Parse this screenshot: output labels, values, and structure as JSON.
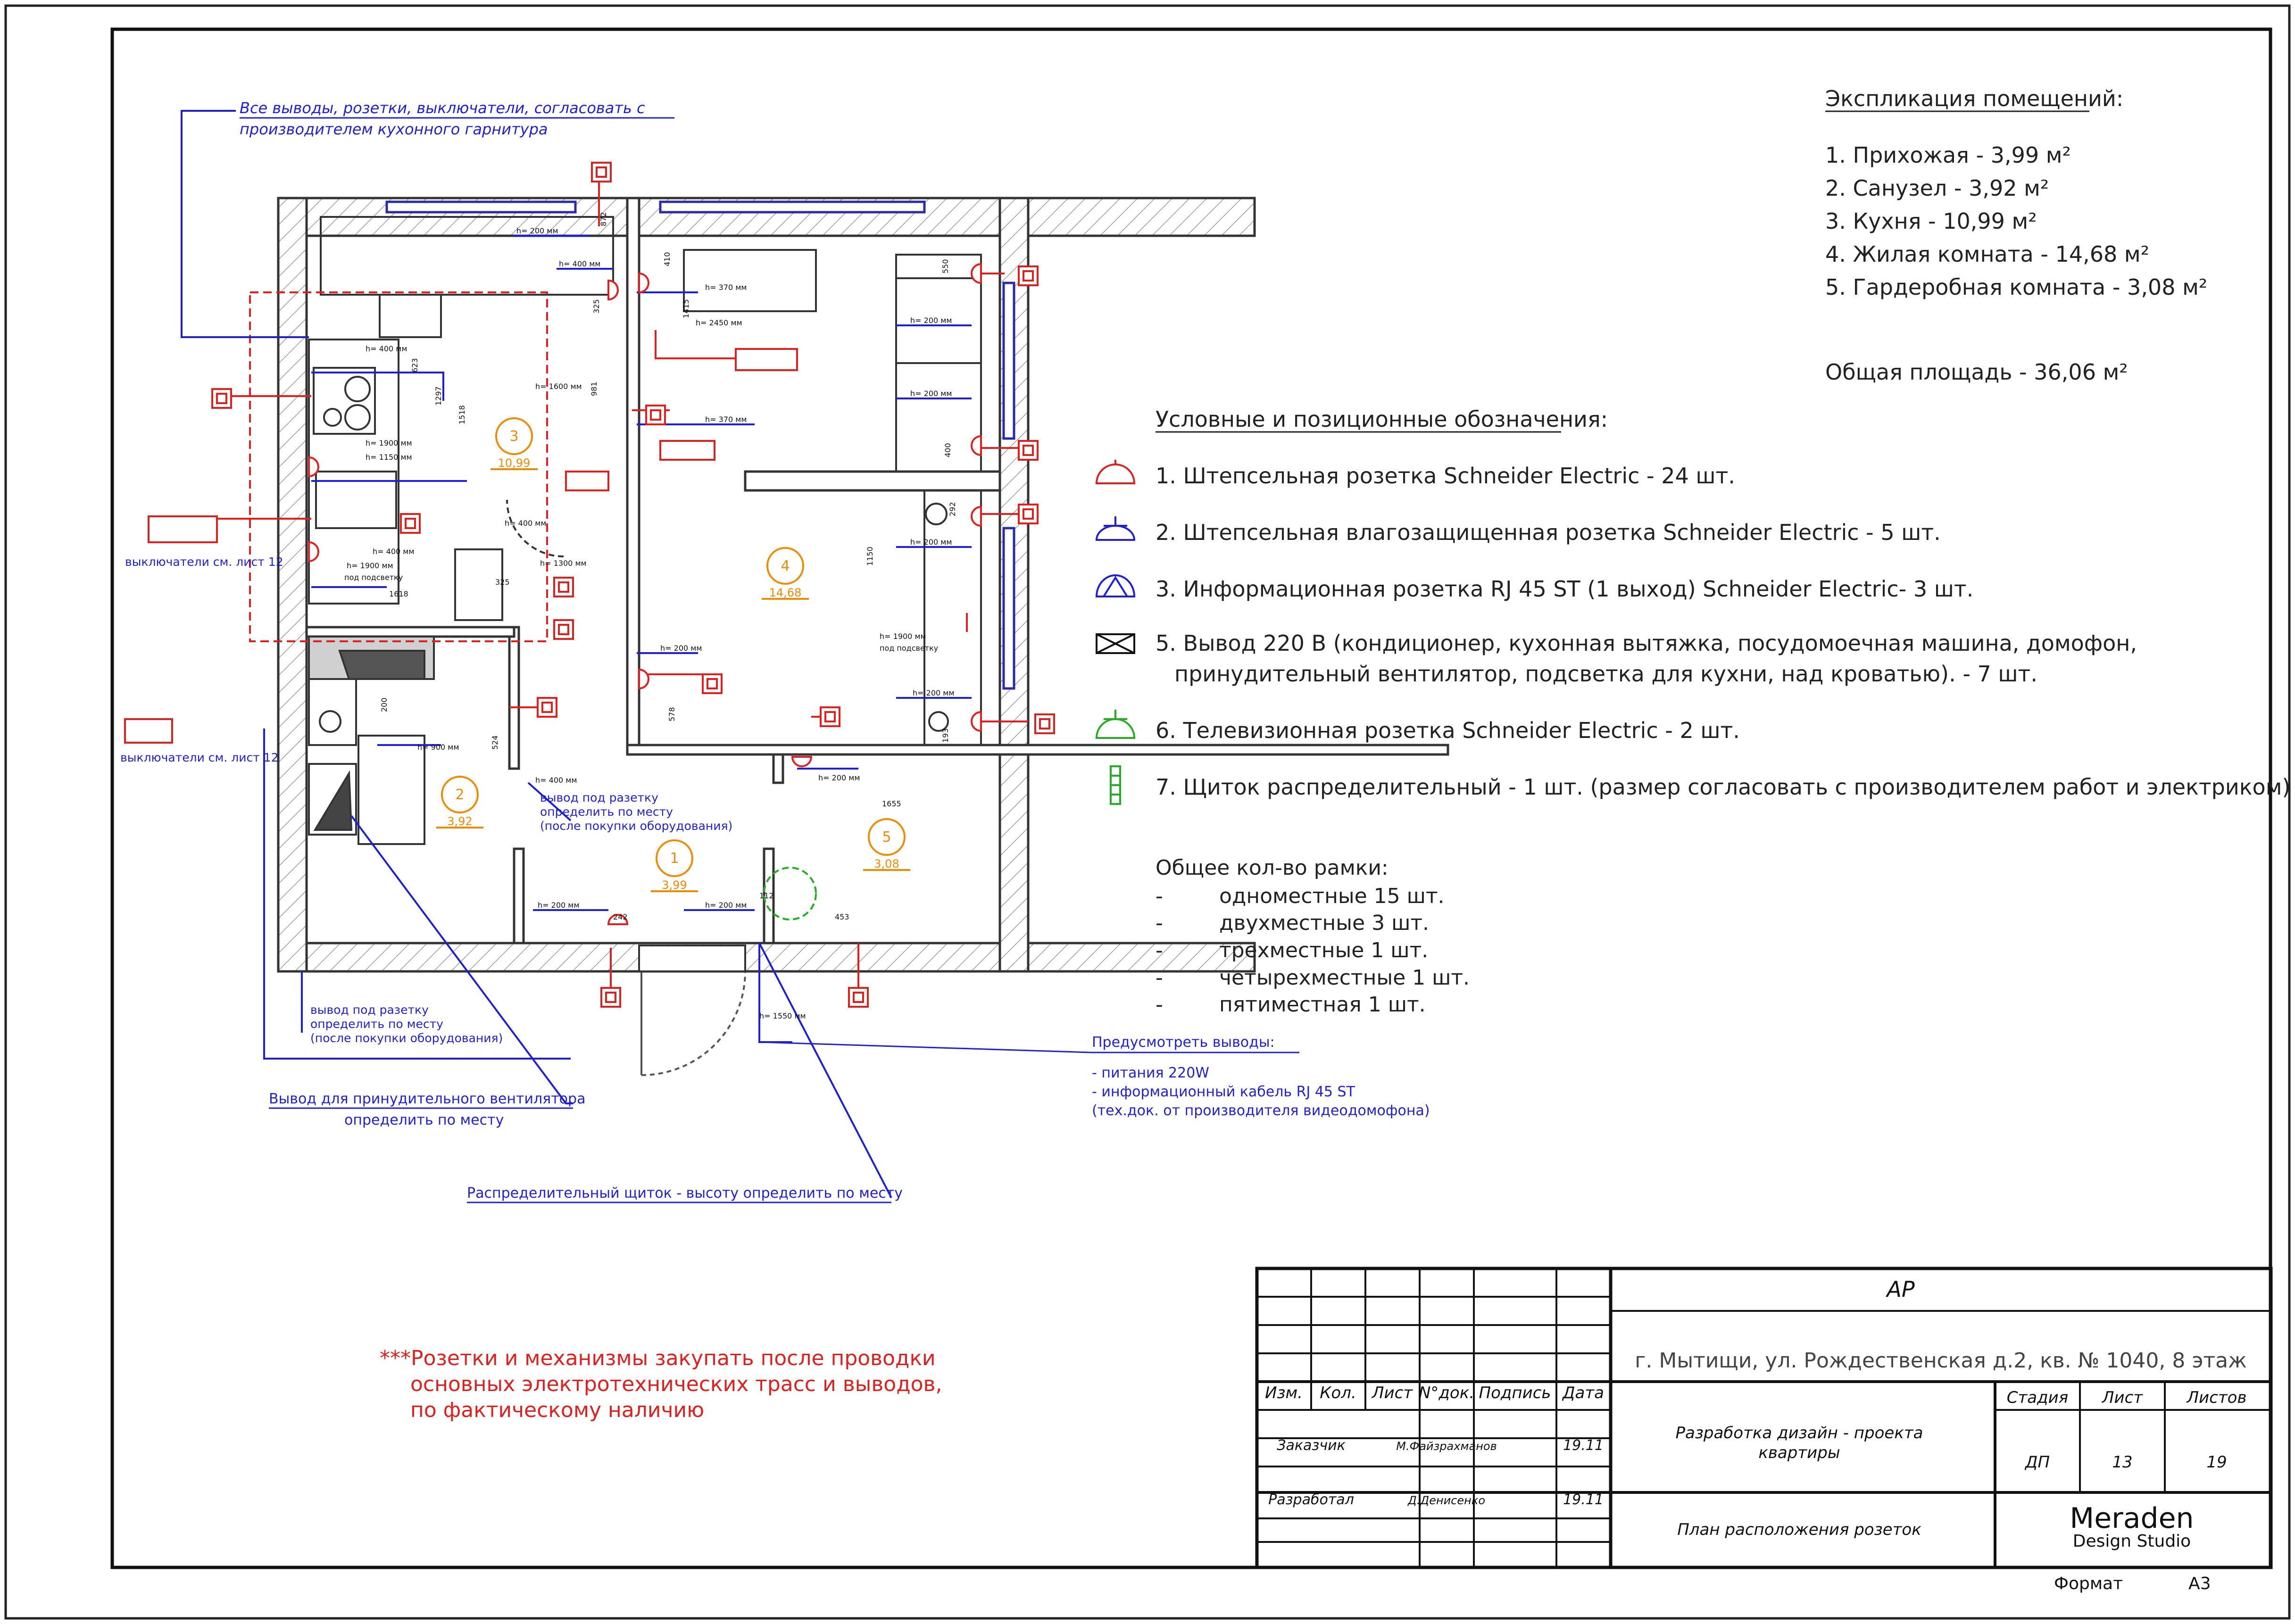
{
  "notes": {
    "kitchen_note_1": "Все выводы, розетки, выключатели, согласовать с",
    "kitchen_note_2": "производителем кухонного гарнитура",
    "switches_1": "выключатели см. лист 12",
    "switches_2": "выключатели см. лист 12",
    "outlet_place_1": "вывод под разетку",
    "outlet_place_2": "определить по месту",
    "outlet_place_3": "(после покупки оборудования)",
    "outlet_place_b1": "вывод под разетку",
    "outlet_place_b2": "определить по месту",
    "outlet_place_b3": "(после покупки оборудования)",
    "vent_1": "Вывод для принудительного вентилятора",
    "vent_2": "определить по месту",
    "panel": "Распределительный щиток - высоту определить по месту",
    "provide_title": "Предусмотреть выводы:",
    "provide_1": "-  питания 220W",
    "provide_2": "-  информационный кабель RJ 45 ST",
    "provide_3": "(тех.док. от производителя видеодомофона)",
    "warn_1": "***Розетки и механизмы закупать после проводки",
    "warn_2": "основных электротехнических трасс и выводов,",
    "warn_3": "по фактическому наличию"
  },
  "explication": {
    "title": "Экспликация помещений:",
    "rooms": [
      "1. Прихожая - 3,99 м²",
      "2. Санузел - 3,92 м²",
      "3. Кухня - 10,99 м²",
      "4. Жилая комната - 14,68 м²",
      "5. Гардеробная комната - 3,08 м²"
    ],
    "total": "Общая площадь - 36,06 м²"
  },
  "legend": {
    "title": "Условные и позиционные обозначения:",
    "items": [
      "1.  Штепсельная розетка Schneider Electric - 24 шт.",
      "2. Штепсельная влагозащищенная розетка Schneider Electric - 5 шт.",
      "3. Информационная розетка RJ 45 ST (1 выход) Schneider Electric- 3 шт.",
      "5. Вывод 220 В (кондиционер, кухонная вытяжка, посудомоечная машина, домофон,",
      "принудительный вентилятор, подсветка для кухни, над кроватью). - 7 шт.",
      "6. Телевизионная розетка Schneider Electric - 2 шт.",
      "7. Щиток распределительный - 1 шт. (размер согласовать с производителем работ и электриком)"
    ]
  },
  "frames": {
    "title": "Общее кол-во рамки:",
    "dashes": [
      "-",
      "-",
      "-",
      "-",
      "-"
    ],
    "items": [
      "одноместные 15 шт.",
      "двухместные 3 шт.",
      "трехместные 1 шт.",
      "четырехместные 1 шт.",
      "пятиместная 1 шт."
    ]
  },
  "rooms_plan": [
    {
      "num": "1",
      "area": "3,99"
    },
    {
      "num": "2",
      "area": "3,92"
    },
    {
      "num": "3",
      "area": "10,99"
    },
    {
      "num": "4",
      "area": "14,68"
    },
    {
      "num": "5",
      "area": "3,08"
    }
  ],
  "dims": {
    "h200": "h= 200 мм",
    "h400": "h= 400 мм",
    "h370": "h= 370 мм",
    "h2450": "h= 2450 мм",
    "h1600": "h= 1600 мм",
    "h1900": "h= 1900 мм",
    "h1150": "h= 1150 мм",
    "h1300": "h= 1300 мм",
    "h900": "h= 900 мм",
    "h1550": "h= 1550 мм",
    "under_light": "под подсветку",
    "d1618": "1618",
    "d1655": "1655",
    "d623": "623",
    "d1297": "1297",
    "d1518": "1518",
    "d1150": "1150",
    "d578": "578",
    "d524": "524",
    "d242": "242",
    "d112": "112",
    "d453": "453",
    "d325": "325",
    "d410": "410",
    "d1415": "1415",
    "d550": "550",
    "d400": "400",
    "d200": "200",
    "d193": "193",
    "d292": "292",
    "d872": "872",
    "d981": "981"
  },
  "title_block": {
    "headers": [
      "Изм.",
      "Кол.",
      "Лист",
      "N°док.",
      "Подпись",
      "Дата"
    ],
    "customer_role": "Заказчик",
    "customer_name": "М.Файзрахманов",
    "customer_date": "19.11",
    "developer_role": "Разработал",
    "developer_name": "Д.Денисенко",
    "developer_date": "19.11",
    "code": "АР",
    "address": "г. Мытищи, ул. Рождественская д.2, кв. № 1040, 8 этаж",
    "project_1": "Разработка дизайн - проекта",
    "project_2": "квартиры",
    "stage_h": "Стадия",
    "sheet_h": "Лист",
    "sheets_h": "Листов",
    "stage": "ДП",
    "sheet": "13",
    "sheets": "19",
    "drawing": "План расположения розеток",
    "company": "Meraden",
    "company_sub": "Design Studio",
    "format_label": "Формат",
    "format": "А3"
  },
  "colors": {
    "wall_hatch": "#8a8a8a",
    "blue": "#1f1fd6",
    "red": "#e0201e",
    "orange": "#f08a00",
    "green": "#22b022"
  }
}
